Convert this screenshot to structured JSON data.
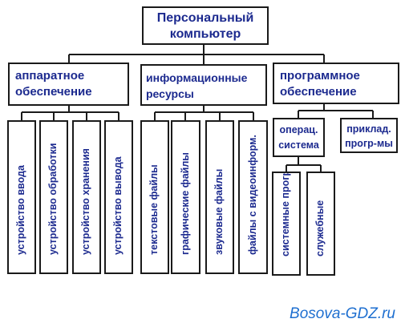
{
  "root": {
    "line1": "Персональный",
    "line2": "компьютер"
  },
  "categories": {
    "hardware": {
      "line1": "аппаратное",
      "line2": "обеспечение"
    },
    "info": {
      "line1": "информационные",
      "line2": "ресурсы"
    },
    "software": {
      "line1": "программное",
      "line2": "обеспечение"
    }
  },
  "hardware_items": [
    "устройство ввода",
    "устройство обработки",
    "устройство хранения",
    "устройство вывода"
  ],
  "info_items": [
    "текстовые файлы",
    "графические файлы",
    "звуковые файлы",
    "файлы с видеоинформ."
  ],
  "software_sub": {
    "os": {
      "line1": "операц.",
      "line2": "система"
    },
    "apps": {
      "line1": "приклад.",
      "line2": "прогр-мы"
    }
  },
  "os_items": [
    "системные прогр",
    "служебные"
  ],
  "watermark": "Bosova-GDZ.ru",
  "colors": {
    "text": "#1c2a8f",
    "border": "#1a1a1a",
    "watermark": "#1e6fd0"
  }
}
